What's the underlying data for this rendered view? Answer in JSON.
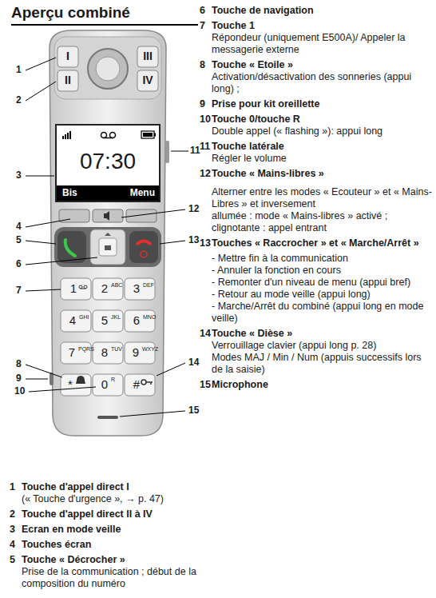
{
  "diagram": {
    "title": "Aperçu combiné",
    "labels": [
      "1",
      "2",
      "3",
      "4",
      "5",
      "6",
      "7",
      "8",
      "9",
      "10",
      "11",
      "12",
      "13",
      "14",
      "15",
      "I",
      "II",
      "III",
      "IV",
      "07:30",
      "Bis",
      "Menu",
      "1",
      "2",
      "ABC",
      "3",
      "DEF",
      "4",
      "GHI",
      "5",
      "JKL",
      "6",
      "MNO",
      "7",
      "PQRS",
      "8",
      "TUV",
      "9",
      "WXYZ",
      "*",
      "0",
      "R",
      "#",
      "6",
      "Touche de navigation",
      "7",
      "Touche 1",
      "Répondeur (uniquement E500A)/ Appeler la messagerie externe",
      "8",
      "Touche « Etoile »",
      "Activation/désactivation des sonneries (appui long) ;",
      "9",
      "Prise pour kit oreillette",
      "10",
      "Touche 0/touche R",
      "Double appel (« flashing »): appui long",
      "11",
      "Touche latérale",
      "Régler le volume",
      "12",
      "Touche « Mains-libres »",
      "Alterner entre les modes « Ecouteur » et « Mains-Libres » et inversement",
      "allumée : mode « Mains-libres » activé ;",
      "clignotante : appel entrant",
      "13",
      "Touches « Raccrocher » et « Marche/Arrêt »",
      "- Mettre fin à la communication",
      "- Annuler la fonction en cours",
      "- Remonter d'un niveau de menu (appui bref)",
      "- Retour au mode veille (appui long)",
      "- Marche/Arrêt du combiné (appui long en mode veille)",
      "14",
      "Touche « Dièse »",
      "Verrouillage clavier (appui long p. 28)",
      "Modes MAJ / Min / Num (appuis successifs lors de la saisie)",
      "15",
      "Microphone",
      "1",
      "Touche d'appel direct I",
      "(« Touche d'urgence », → p. 47)",
      "2",
      "Touche d'appel direct II à IV",
      "3",
      "Ecran en mode veille",
      "4",
      "Touches écran",
      "5",
      "Touche « Décrocher »",
      "Prise de la communication ; début de la composition du numéro"
    ]
  }
}
